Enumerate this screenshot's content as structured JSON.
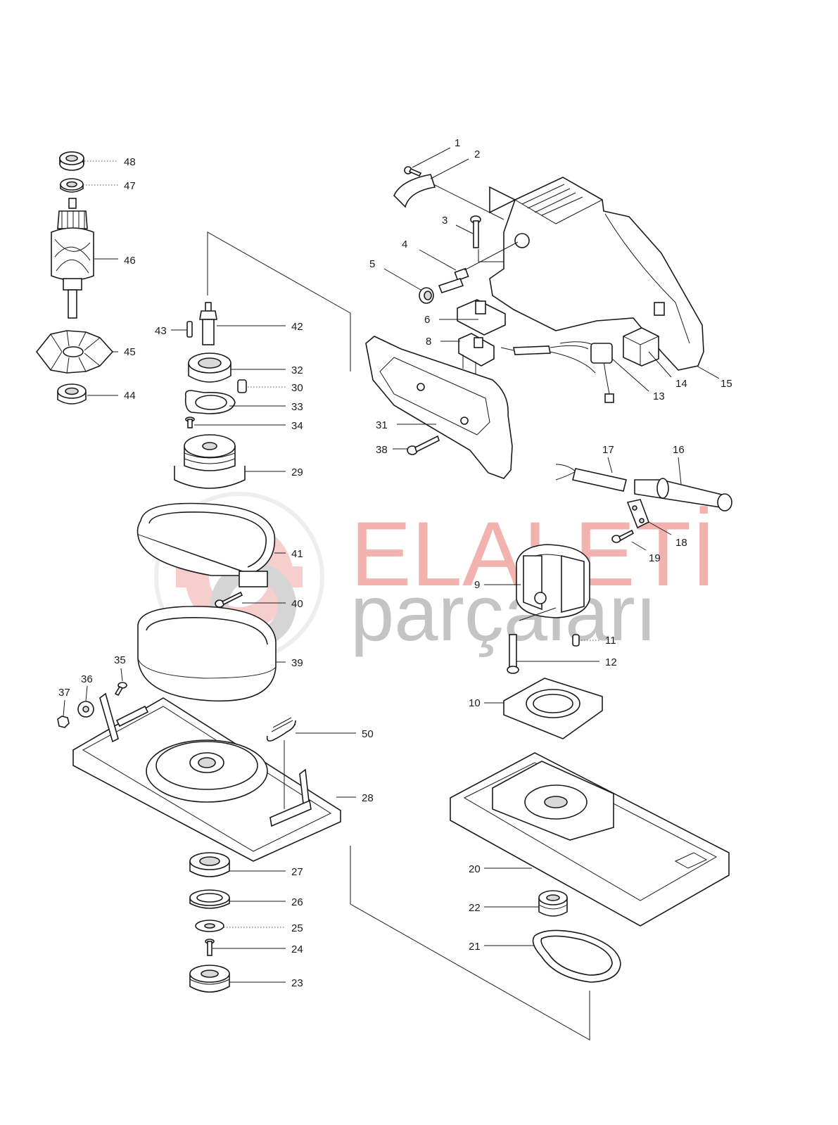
{
  "watermark": {
    "line1": "ELALETİ",
    "line2": "parçaları",
    "colors": {
      "primary": "#e8766f",
      "secondary": "#8a8a8a"
    }
  },
  "labels": [
    {
      "id": "1",
      "text": "1"
    },
    {
      "id": "2",
      "text": "2"
    },
    {
      "id": "3",
      "text": "3"
    },
    {
      "id": "4",
      "text": "4"
    },
    {
      "id": "5",
      "text": "5"
    },
    {
      "id": "6",
      "text": "6"
    },
    {
      "id": "8",
      "text": "8"
    },
    {
      "id": "9",
      "text": "9"
    },
    {
      "id": "10",
      "text": "10"
    },
    {
      "id": "11",
      "text": "11"
    },
    {
      "id": "12",
      "text": "12"
    },
    {
      "id": "13",
      "text": "13"
    },
    {
      "id": "14",
      "text": "14"
    },
    {
      "id": "15",
      "text": "15"
    },
    {
      "id": "16",
      "text": "16"
    },
    {
      "id": "17",
      "text": "17"
    },
    {
      "id": "18",
      "text": "18"
    },
    {
      "id": "19",
      "text": "19"
    },
    {
      "id": "20",
      "text": "20"
    },
    {
      "id": "21",
      "text": "21"
    },
    {
      "id": "22",
      "text": "22"
    },
    {
      "id": "23",
      "text": "23"
    },
    {
      "id": "24",
      "text": "24"
    },
    {
      "id": "25",
      "text": "25"
    },
    {
      "id": "26",
      "text": "26"
    },
    {
      "id": "27",
      "text": "27"
    },
    {
      "id": "28",
      "text": "28"
    },
    {
      "id": "29",
      "text": "29"
    },
    {
      "id": "30",
      "text": "30"
    },
    {
      "id": "31",
      "text": "31"
    },
    {
      "id": "32",
      "text": "32"
    },
    {
      "id": "33",
      "text": "33"
    },
    {
      "id": "34",
      "text": "34"
    },
    {
      "id": "35",
      "text": "35"
    },
    {
      "id": "36",
      "text": "36"
    },
    {
      "id": "37",
      "text": "37"
    },
    {
      "id": "38",
      "text": "38"
    },
    {
      "id": "39",
      "text": "39"
    },
    {
      "id": "40",
      "text": "40"
    },
    {
      "id": "41",
      "text": "41"
    },
    {
      "id": "42",
      "text": "42"
    },
    {
      "id": "43",
      "text": "43"
    },
    {
      "id": "44",
      "text": "44"
    },
    {
      "id": "45",
      "text": "45"
    },
    {
      "id": "46",
      "text": "46"
    },
    {
      "id": "47",
      "text": "47"
    },
    {
      "id": "48",
      "text": "48"
    },
    {
      "id": "50",
      "text": "50"
    }
  ]
}
